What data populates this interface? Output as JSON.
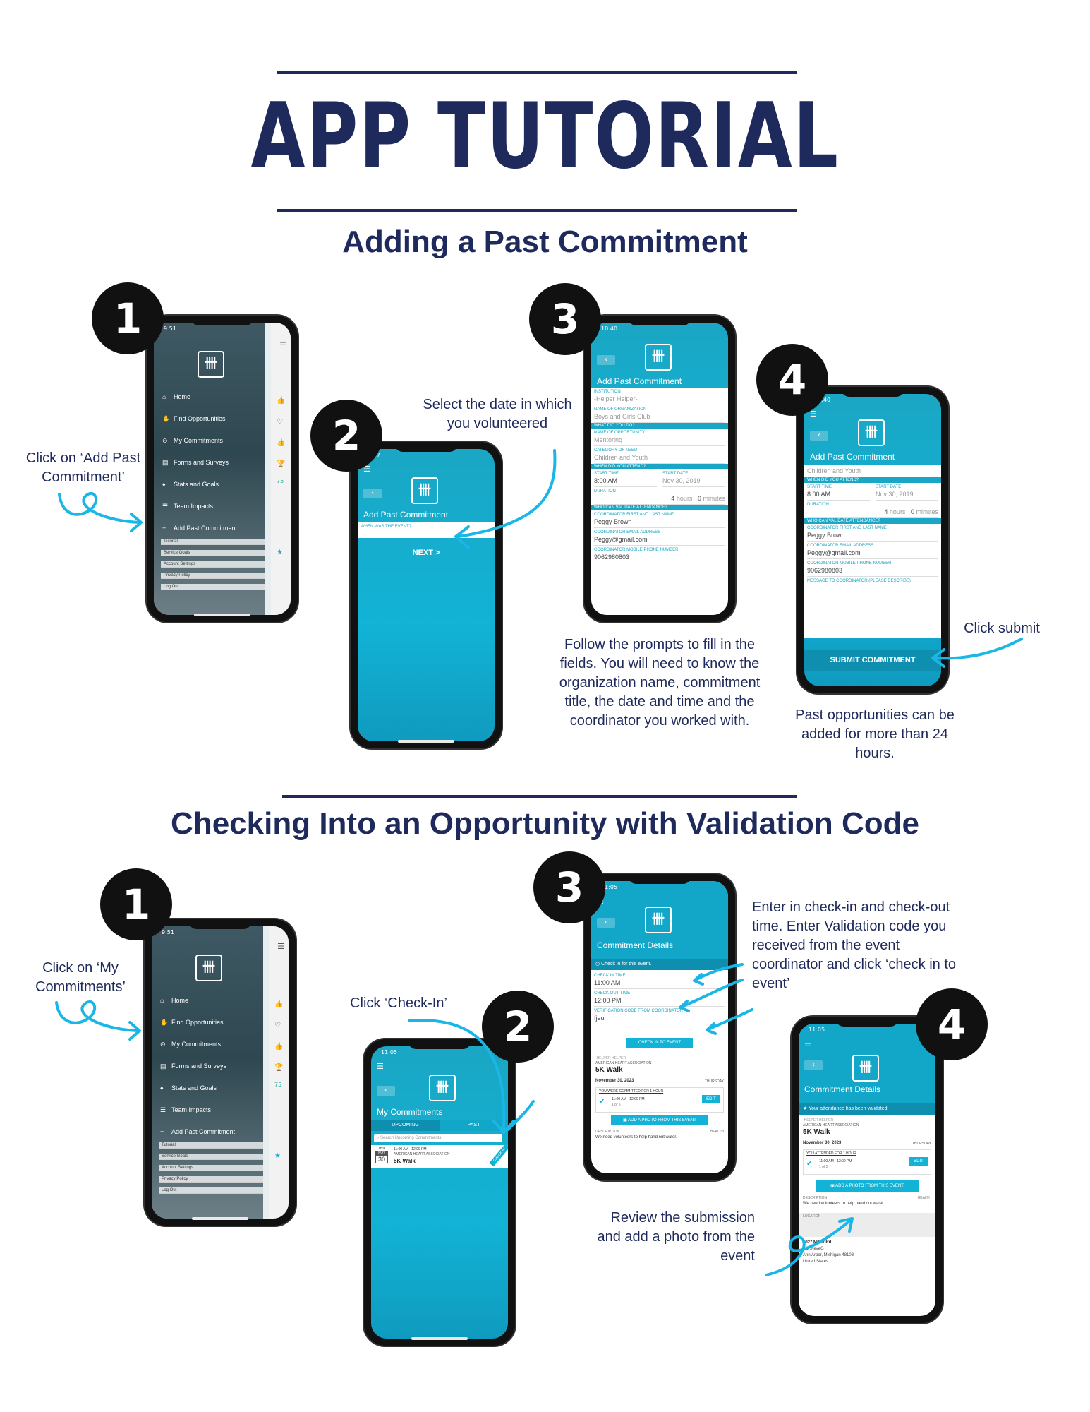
{
  "header": {
    "title": "APP TUTORIAL",
    "section1_title": "Adding a Past Commitment",
    "section2_title": "Checking Into an Opportunity with Validation Code"
  },
  "section1": {
    "notes": {
      "step1": "Click on ‘Add Past Commitment’",
      "step2": "Select the date in which you volunteered",
      "step3": "Follow the prompts to fill in the fields.  You will need to know the organization name, commitment title, the date and time and the coordinator you worked with.",
      "step4_click": "Click submit",
      "step4_info": "Past opportunities can be added for more than 24 hours."
    },
    "badges": [
      "1",
      "2",
      "3",
      "4"
    ],
    "phone1": {
      "time": "9:51",
      "menu": [
        "Home",
        "Find Opportunities",
        "My Commitments",
        "Forms and Surveys",
        "Stats and Goals",
        "Team Impacts",
        "Add Past Commitment"
      ],
      "submenu": [
        "Tutorial",
        "Service Goals",
        "Account Settings",
        "Privacy Policy",
        "Log Out"
      ],
      "side_value": "75"
    },
    "phone2": {
      "time": "9:37",
      "screen_title": "Add Past Commitment",
      "field_label": "WHEN WAS THE EVENT?",
      "next_button": "NEXT >"
    },
    "phone3": {
      "time": "10:40",
      "screen_title": "Add Past Commitment",
      "institution_label": "INSTITUTION",
      "institution_value": "-Helper Helper-",
      "org_label": "NAME OF ORGANIZATION",
      "org_value": "Boys and Girls Club",
      "what_bar": "WHAT DID YOU DO?",
      "opp_label": "NAME OF OPPORTUNITY",
      "opp_value": "Mentoring",
      "need_label": "CATEGORY OF NEED",
      "need_value": "Children and Youth",
      "when_bar": "WHEN DID YOU ATTEND?",
      "start_time_label": "START TIME",
      "start_time_value": "8:00 AM",
      "start_date_label": "START DATE",
      "start_date_value": "Nov 30, 2019",
      "duration_label": "DURATION",
      "duration_hours": "4",
      "hours_word": "hours",
      "duration_minutes": "0",
      "minutes_word": "minutes",
      "validate_bar": "WHO CAN VALIDATE ATTENDANCE?",
      "coord_name_label": "COORDINATOR FIRST AND LAST NAME",
      "coord_name_value": "Peggy Brown",
      "coord_email_label": "COORDINATOR EMAIL ADDRESS",
      "coord_email_value": "Peggy@gmail.com",
      "coord_phone_label": "COORDINATOR MOBILE PHONE NUMBER",
      "coord_phone_value": "9062980803"
    },
    "phone4": {
      "time": "10:40",
      "screen_title": "Add Past Commitment",
      "need_value": "Children and Youth",
      "when_bar": "WHEN DID YOU ATTEND?",
      "start_time_label": "START TIME",
      "start_time_value": "8:00 AM",
      "start_date_label": "START DATE",
      "start_date_value": "Nov 30, 2019",
      "duration_label": "DURATION",
      "duration_hours": "4",
      "hours_word": "hours",
      "duration_minutes": "0",
      "minutes_word": "minutes",
      "validate_bar": "WHO CAN VALIDATE ATTENDANCE?",
      "coord_name_label": "COORDINATOR FIRST AND LAST NAME",
      "coord_name_value": "Peggy Brown",
      "coord_email_label": "COORDINATOR EMAIL ADDRESS",
      "coord_email_value": "Peggy@gmail.com",
      "coord_phone_label": "COORDINATOR MOBILE PHONE NUMBER",
      "coord_phone_value": "9062980803",
      "message_label": "MESSAGE TO COORDINATOR (PLEASE DESCRIBE)",
      "submit_button": "SUBMIT COMMITMENT"
    }
  },
  "section2": {
    "notes": {
      "step1": "Click on ‘My Commitments’",
      "step2": "Click ‘Check-In’",
      "step3": "Enter in check-in and check-out time. Enter Validation code you received from the event coordinator and click ‘check in to event’",
      "step4": "Review the submission and add a photo from the event"
    },
    "badges": [
      "1",
      "2",
      "3",
      "4"
    ],
    "phone1": {
      "time": "9:51",
      "menu": [
        "Home",
        "Find Opportunities",
        "My Commitments",
        "Forms and Surveys",
        "Stats and Goals",
        "Team Impacts",
        "Add Past Commitment"
      ],
      "submenu": [
        "Tutorial",
        "Service Goals",
        "Account Settings",
        "Privacy Policy",
        "Log Out"
      ],
      "side_value": "75"
    },
    "phone2": {
      "time": "11:05",
      "screen_title": "My Commitments",
      "tab_upcoming": "UPCOMING",
      "tab_past": "PAST",
      "search_placeholder": "Search Upcoming Commitments",
      "day": "THU",
      "month": "NOV",
      "date": "30",
      "time_range": "11:00 AM - 12:00 PM",
      "org": "AMERICAN HEART ASSOCIATION",
      "event": "5K Walk",
      "checkin_tag": "CHECK-IN"
    },
    "phone3": {
      "time": "11:05",
      "screen_title": "Commitment Details",
      "checkin_prompt": "Check in for this event.",
      "checkin_time_label": "CHECK IN TIME",
      "checkin_time_value": "11:00 AM",
      "checkout_time_label": "CHECK OUT TIME",
      "checkout_time_value": "12:00 PM",
      "code_label": "VERIFICATION CODE FROM COORDINATOR",
      "code_value": "fjeur",
      "checkin_button": "CHECK IN TO EVENT",
      "helper": "-HELPER HELPER-",
      "org": "AMERICAN HEART ASSOCIATION",
      "event": "5K Walk",
      "date": "November 30, 2023",
      "weekday": "THURSDAY",
      "committed": "YOU WERE COMMITTED FOR 1 HOUR",
      "slot_time": "11:00 AM - 12:00 PM",
      "slot_count": "1 of 5",
      "edit_button": "EDIT",
      "photo_button": "ADD A PHOTO FROM THIS EVENT",
      "desc_label": "DESCRIPTION",
      "health_label": "HEALTH",
      "desc_value": "We need volunteers to help hand out water."
    },
    "phone4": {
      "time": "11:05",
      "screen_title": "Commitment Details",
      "validated": "Your attendance has been validated.",
      "helper": "-HELPER HELPER-",
      "org": "AMERICAN HEART ASSOCIATION",
      "event": "5K Walk",
      "date": "November 30, 2023",
      "weekday": "THURSDAY",
      "attended": "YOU ATTENDED FOR 1 HOUR",
      "slot_time": "11:00 AM - 12:00 PM",
      "slot_count": "1 of 5",
      "edit_button": "EDIT",
      "photo_button": "ADD A PHOTO FROM THIS EVENT",
      "desc_label": "DESCRIPTION",
      "health_label": "HEALTH",
      "desc_value": "We need volunteers to help hand out water.",
      "location_label": "LOCATION",
      "addr1": "3027 Miller Rd",
      "addr2": "c/o SteveG",
      "addr3": "Ann Arbor, Michigan 48103",
      "addr4": "United States"
    }
  },
  "colors": {
    "navy": "#1f2a5c",
    "accent": "#12b3d6",
    "arrow": "#1ab6e6"
  },
  "icons": {
    "logo": "tally-logo-icon",
    "menu": "hamburger-icon",
    "back": "chevron-left-icon",
    "arrow": "curly-arrow-icon"
  }
}
